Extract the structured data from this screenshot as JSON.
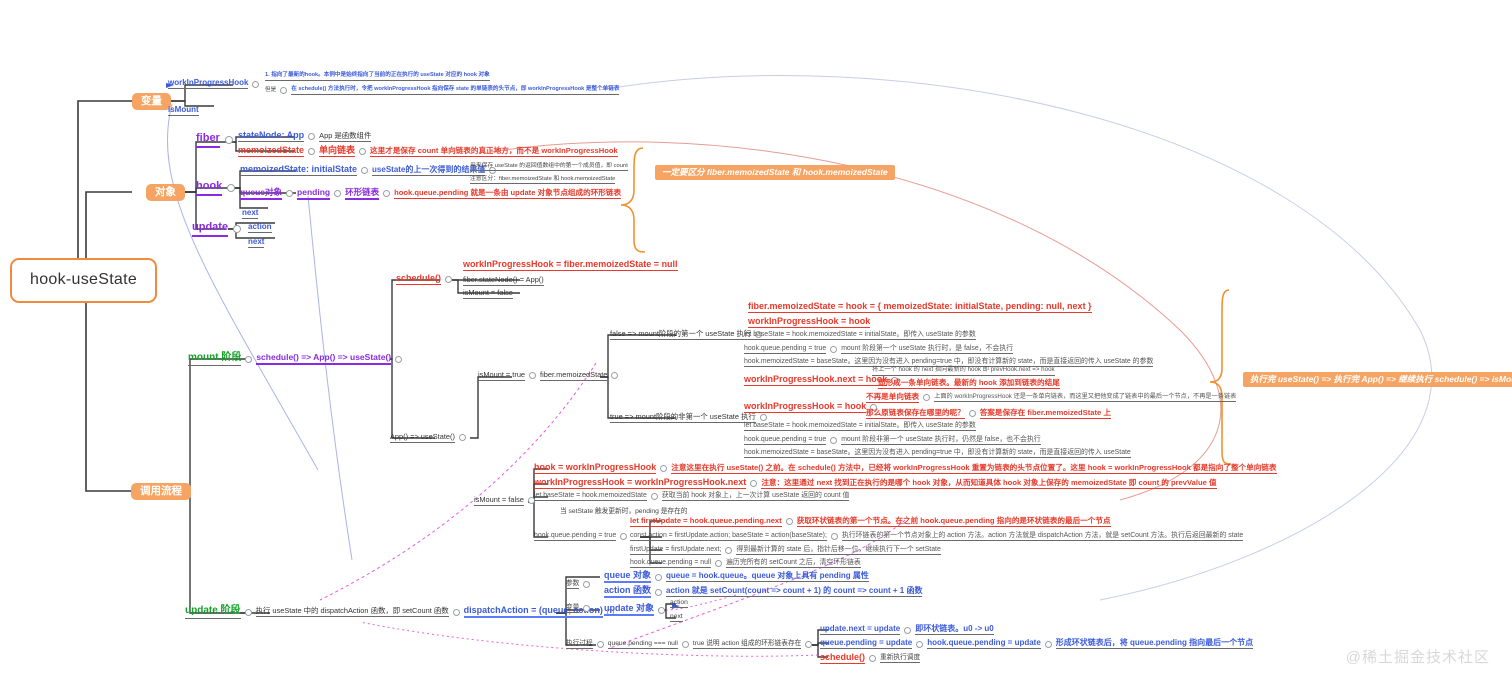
{
  "root": {
    "label": "hook-useState"
  },
  "watermark": "@稀土掘金技术社区",
  "branches": {
    "variables": {
      "chip": "变量",
      "items": [
        {
          "label": "workInProgressHook"
        },
        {
          "label": "isMount"
        }
      ],
      "notes": {
        "line1": "1. 指向了最新的hook。本例中是始终指向了当前的正在执行的 useState 对应的 hook 对象",
        "tag": "但是",
        "line2": "在 schedule() 方法执行时，令把 workInProgressHook 指向保存 state 的单链表的头节点，即 workInProgressHook 是整个单链表"
      }
    },
    "objects": {
      "chip": "对象",
      "fiber": {
        "label": "fiber",
        "rows": [
          {
            "key": "stateNode: App",
            "note": "App 是函数组件"
          },
          {
            "key": "memoizedState",
            "mid": "单向链表",
            "note": "这里才是保存 count 单向链表的真正地方，而不是 workInProgressHook"
          }
        ]
      },
      "hook": {
        "label": "hook",
        "rows": [
          {
            "key": "memoizedState: initialState",
            "note": "useState的上一次得到的结果值"
          },
          {
            "key": "queue对象",
            "mid": "pending",
            "mid2": "环形链表",
            "note": "hook.queue.pending 就是一条由 update 对象节点组成的环形链表"
          },
          {
            "key": "next"
          }
        ],
        "side_notes": [
          "用来保存 useState 的返回值数组中的第一个成员值，即 count",
          "注意区分：fiber.memoizedState 和 hook.memoizedState"
        ]
      },
      "update": {
        "label": "update",
        "rows": [
          {
            "key": "action"
          },
          {
            "key": "next"
          }
        ]
      },
      "orange_note": "一定要区分 fiber.memoizedState 和 hook.memoizedState"
    },
    "flow": {
      "chip": "调用流程",
      "mount": {
        "label": "mount 阶段",
        "path": "schedule() => App() => useState()",
        "schedule": {
          "label": "schedule()",
          "title": "workInProgressHook = fiber.memoizedState = null",
          "rows": [
            "fiber.stateNode() = App()",
            "isMount = false"
          ]
        },
        "app": {
          "label": "App() => useState()"
        },
        "ismount_true": {
          "label": "isMount = true",
          "next": "fiber.memoizedState"
        },
        "first": {
          "cond": "false => mount阶段的第一个 useState 执行",
          "title": "fiber.memoizedState = hook = { memoizedState: initialState,  pending: null, next }",
          "highlight": "workInProgressHook = hook",
          "rows": [
            {
              "text": "let baseState = hook.memoizedState = initialState。即传入 useState 的参数"
            },
            {
              "text": "hook.queue.pending = true",
              "note": "mount 阶段第一个 useState 执行时，是 false，不会执行"
            },
            {
              "text": "hook.memoizedState = baseState。这里因为没有进入 pending=true 中，即没有计算新的 state，而是直接返回的传入 useState 的参数"
            }
          ]
        },
        "notfirst": {
          "cond": "true => mount阶段的非第一个 useState 执行",
          "h1": "workInProgressHook.next = hook",
          "h1_note": "将上一个 hook 的 next 指向最新的 hook 即 prevHook.next => hook",
          "h1_red": "即形成一条单向链表。最新的 hook 添加到链表的结尾",
          "h2": "workInProgressHook = hook",
          "h2_q1": "不再是单向链表",
          "h2_a1": "上面的 workInProgressHook 还是一条单向链表，而这里又把他变成了链表中的最后一个节点，不再是一条链表",
          "h2_q2": "那么原链表保存在哪里的呢？",
          "h2_a2": "答案是保存在 fiber.memoizedState 上",
          "rows": [
            {
              "text": "let baseState = hook.memoizedState = initialState。即传入 useState 的参数"
            },
            {
              "text": "hook.queue.pending = true",
              "note": "mount 阶段非第一个 useState 执行时，仍然是 false，也不会执行"
            },
            {
              "text": "hook.memoizedState = baseState。这里因为没有进入 pending=true 中，即没有计算新的 state，而是直接返回的传入 useState"
            }
          ]
        },
        "orange_note": "执行完 useState() => 执行完 App() => 继续执行 schedule() => isMount = false"
      },
      "updatePhase": {
        "label": "update 阶段",
        "desc": "执行 useState 中的 dispatchAction 函数，即 setCount 函数",
        "dispatch": "dispatchAction = (queue, action)",
        "params_label": "参数",
        "params": [
          {
            "key": "queue 对象",
            "note": "queue = hook.queue。queue 对象上具有 pending 属性"
          },
          {
            "key": "action 函数",
            "note": "action 就是 setCount(count => count + 1) 的 count => count + 1 函数"
          }
        ],
        "var_label": "变量",
        "var": {
          "key": "update 对象",
          "children": [
            "action",
            "next"
          ]
        },
        "exec_label": "执行过程",
        "exec": {
          "cond1": "queue.pending === null",
          "cond2": "true 说明 action 组成的环形链表存在",
          "rows": [
            {
              "text": "update.next = update",
              "note": "即环状链表。u0 -> u0"
            },
            {
              "text": "queue.pending = update",
              "note": "hook.queue.pending = update",
              "note2": "形成环状链表后，将 queue.pending 指向最后一个节点"
            },
            {
              "text": "schedule()",
              "note": "重新执行调度",
              "red": true
            }
          ]
        }
      },
      "ismount_false": {
        "label": "isMount = false",
        "h1": "hook = workInProgressHook",
        "h1_note": "注意这里在执行 useState() 之前。在 schedule() 方法中，已经将 workInProgressHook 重置为链表的头节点位置了。这里 hook = workInProgressHook 都是指向了整个单向链表",
        "h2": "workInProgressHook = workInProgressHook.next",
        "h2_note": "注意：这里通过 next 找到正在执行的是哪个 hook 对象，从而知道具体 hook 对象上保存的 memoizedState 即 count 的 prevValue 值",
        "row1": "let baseState = hook.memoizedState",
        "row1_note": "获取当前 hook 对象上，上一次计算 useState 返回的 count 值",
        "pending_hint": "当 setState 触发更新时，pending 是存在的",
        "pending_row": "hook.queue.pending = true",
        "sub": [
          {
            "text": "let firstUpdate = hook.queue.pending.next",
            "note": "获取环状链表的第一个节点。在之前 hook.queue.pending 指向的是环状链表的最后一个节点",
            "red": true
          },
          {
            "text": "const action = firstUpdate.action; baseState = action(baseState);",
            "note": "执行环链表的第一个节点对象上的 action 方法。action 方法就是 dispatchAction 方法，就是 setCount 方法。执行后返回最新的 state"
          },
          {
            "text": "firstUpdate = firstUpdate.next;",
            "note": "得到最新计算的 state 后，指针后移一位，继续执行下一个 setState"
          },
          {
            "text": "hook.queue.pending = null",
            "note": "遍历完所有的 setCount 之后，清空环形链表"
          }
        ]
      }
    }
  },
  "colors": {
    "orange": "#f5a463",
    "blue": "#3b5bdb",
    "purple": "#8a2be2",
    "red": "#e8392a",
    "green": "#17a22a",
    "line": "#3a3a3a"
  }
}
